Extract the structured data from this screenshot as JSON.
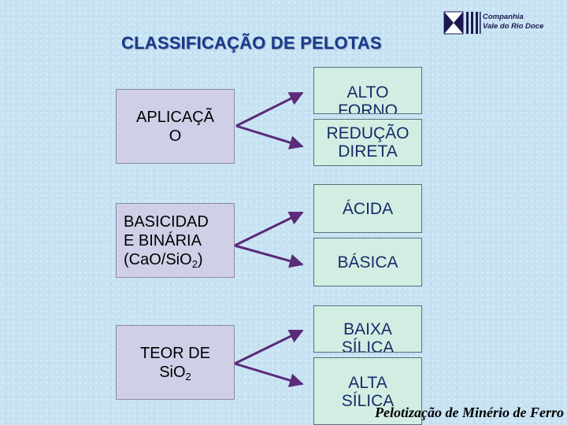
{
  "title": "CLASSIFICAÇÃO DE PELOTAS",
  "logo": {
    "line1": "Companhia",
    "line2": "Vale do Rio Doce"
  },
  "left_boxes": [
    {
      "lines": [
        "APLICAÇÃ",
        "O"
      ]
    },
    {
      "lines": [
        "BASICIDAD",
        "E BINÁRIA"
      ],
      "formula": {
        "pre": "(CaO/SiO",
        "sub": "2",
        "post": ")"
      }
    },
    {
      "lines": [
        "TEOR DE"
      ],
      "formula": {
        "pre": "SiO",
        "sub": "2",
        "post": ""
      }
    }
  ],
  "right_boxes": [
    {
      "lines": [
        "ALTO",
        "FORNO"
      ]
    },
    {
      "lines": [
        "REDUÇÃO",
        "DIRETA"
      ]
    },
    {
      "lines": [
        "ÁCIDA"
      ]
    },
    {
      "lines": [
        "BÁSICA"
      ]
    },
    {
      "lines": [
        "BAIXA",
        "SÍLICA"
      ]
    },
    {
      "lines": [
        "ALTA",
        "SÍLICA"
      ]
    }
  ],
  "footer": "Pelotização de Minério de Ferro",
  "colors": {
    "title": "#1a3a8c",
    "arrow": "#5b2a78",
    "left_fill": "#cfcfe7",
    "right_fill": "#d2eee2"
  }
}
